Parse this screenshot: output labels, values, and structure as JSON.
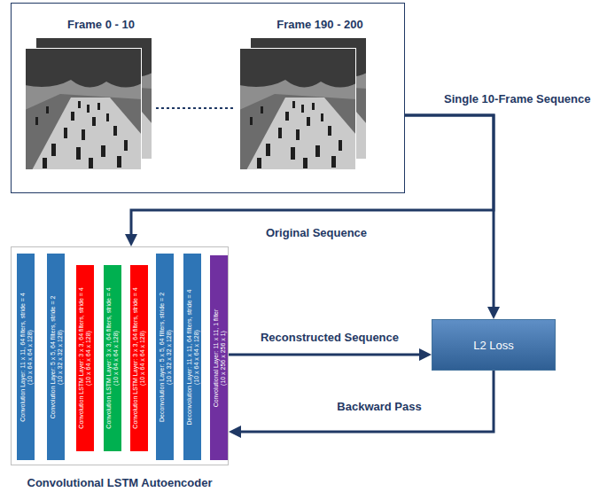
{
  "diagram": {
    "nodes": [
      {
        "text": [
          "Frame 0 - 10",
          "Frame 190 - 200"
        ]
      },
      {
        "text": [
          "Convolutional LSTM Autoencoder"
        ]
      },
      {
        "text": [
          "Convolution Layer: 11 x 11, 64 filters, stride = 4",
          "(10 x 64 x 64 x 128)"
        ],
        "in": 1
      },
      {
        "text": [
          "Convolution Layer: 5 x 5, 64 filters, stride = 2",
          "(10 x 32 x 32 x 128)"
        ],
        "in": 1
      },
      {
        "text": [
          "Convolution LSTM Layer: 3 x 3, 64 filters, stride = 4",
          "(10 x 64 x 64 x 128)"
        ],
        "in": 1
      },
      {
        "text": [
          "Convolution LSTM Layer: 3 x 3, 64 filters, stride = 4",
          "(10 x 64 x 64 x 128)"
        ],
        "in": 1
      },
      {
        "text": [
          "Convolution LSTM Layer: 3 x 3, 64 filters, stride = 4",
          "(10 x 64 x 64 x 128)"
        ],
        "in": 1
      },
      {
        "text": [
          "Deconvolution Layer: 5 x 5, 64 filters, stride = 2",
          "(10 x 32 x 32 x 128)"
        ],
        "in": 1
      },
      {
        "text": [
          "Deconvolution Layer: 11 x 11, 64 filters, stride = 4",
          "(10 x 64 x 64 x 128)"
        ],
        "in": 1
      },
      {
        "text": [
          "Convolutional Layer: 11 x 11, 1 filter",
          "(10 x 256 x 256 x 1)"
        ],
        "in": 1
      },
      {
        "text": [
          "L2 Loss"
        ]
      }
    ],
    "edges": [
      {
        "from": 0,
        "to": 10,
        "arrow": "to",
        "label": "Single 10-Frame Sequence"
      },
      {
        "from": 0,
        "to": 1,
        "arrow": "to",
        "label": "Original Sequence"
      },
      {
        "from": 1,
        "to": 10,
        "arrow": "to",
        "label": "Reconstructed Sequence"
      },
      {
        "from": 10,
        "to": 1,
        "arrow": "to",
        "label": "Backward Pass"
      }
    ]
  }
}
